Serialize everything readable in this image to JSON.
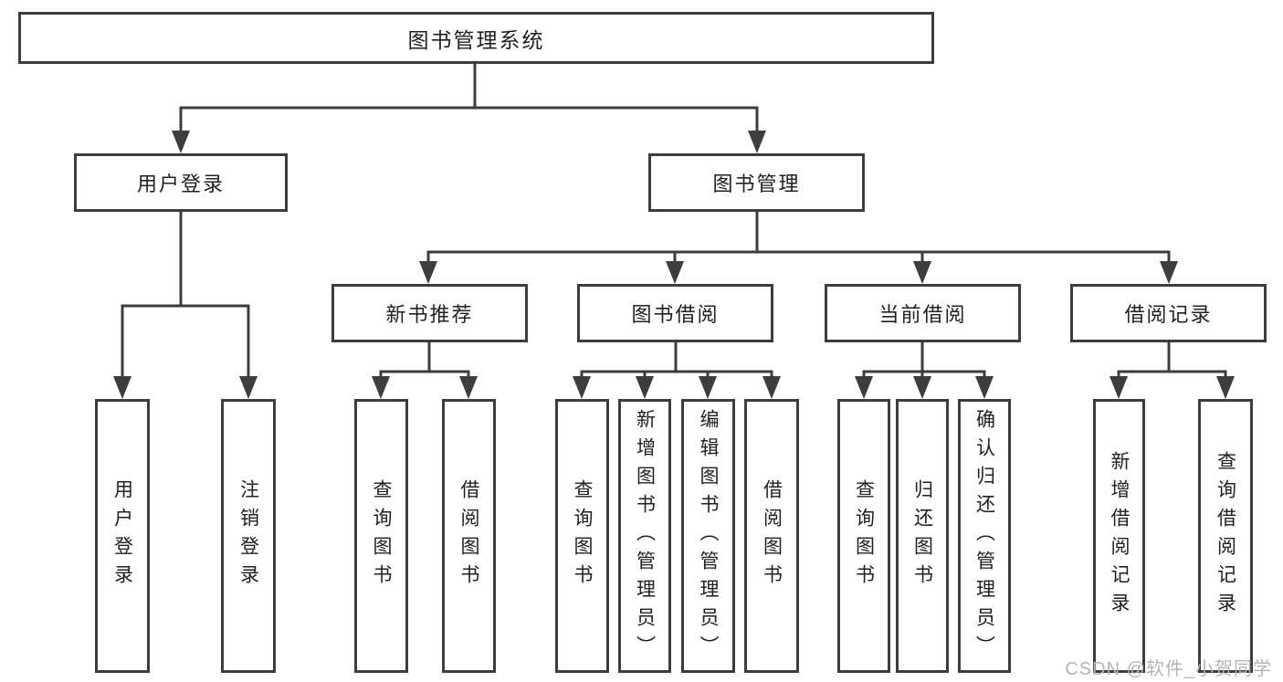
{
  "nodes": {
    "root": {
      "label": "图书管理系统"
    },
    "user_login": {
      "label": "用户登录"
    },
    "book_mgmt": {
      "label": "图书管理"
    },
    "new_book": {
      "label": "新书推荐"
    },
    "book_borrow": {
      "label": "图书借阅"
    },
    "current_borrow": {
      "label": "当前借阅"
    },
    "borrow_records": {
      "label": "借阅记录"
    }
  },
  "leaves": {
    "user_login": [
      "用户登录",
      "注销登录"
    ],
    "new_book": [
      "查询图书",
      "借阅图书"
    ],
    "book_borrow": [
      "查询图书",
      "新增图书（管理员）",
      "编辑图书（管理员）",
      "借阅图书"
    ],
    "current_borrow": [
      "查询图书",
      "归还图书",
      "确认归还（管理员）"
    ],
    "borrow_records": [
      "新增借阅记录",
      "查询借阅记录"
    ]
  },
  "watermark": "CSDN @软件_小贺同学",
  "colors": {
    "line": "#3d3d3d",
    "text": "#212121",
    "background": "#ffffff",
    "watermark": "#b4b4b4"
  }
}
